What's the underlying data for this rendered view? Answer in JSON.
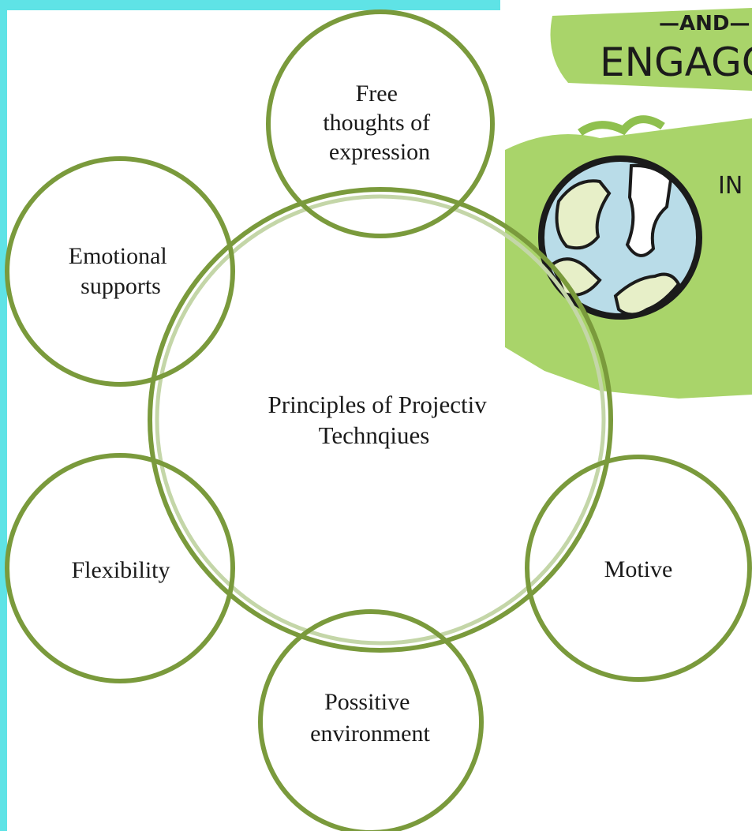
{
  "diagram": {
    "center": {
      "line1": "Principles of Projectiv",
      "line2": "Technqiues"
    },
    "nodes": [
      {
        "id": "free-thoughts",
        "lines": [
          "Free",
          "thoughts of",
          "expression"
        ]
      },
      {
        "id": "emotional-supports",
        "lines": [
          "Emotional",
          "supports"
        ]
      },
      {
        "id": "flexibility",
        "lines": [
          "Flexibility"
        ]
      },
      {
        "id": "possitive-environment",
        "lines": [
          "Possitive",
          "environment"
        ]
      },
      {
        "id": "motive",
        "lines": [
          "Motive"
        ]
      }
    ]
  },
  "inset_illustration": {
    "line1": "—AND—",
    "line2": "ENGAGO",
    "line3": "IN"
  },
  "colors": {
    "frame_cyan": "#5fe3e6",
    "ring_green": "#7a9a3c",
    "ring_green_faded": "#c4d6a8",
    "sketch_green": "#a9d46a",
    "globe_water": "#b9dce8",
    "globe_land": "#e7efc8"
  }
}
